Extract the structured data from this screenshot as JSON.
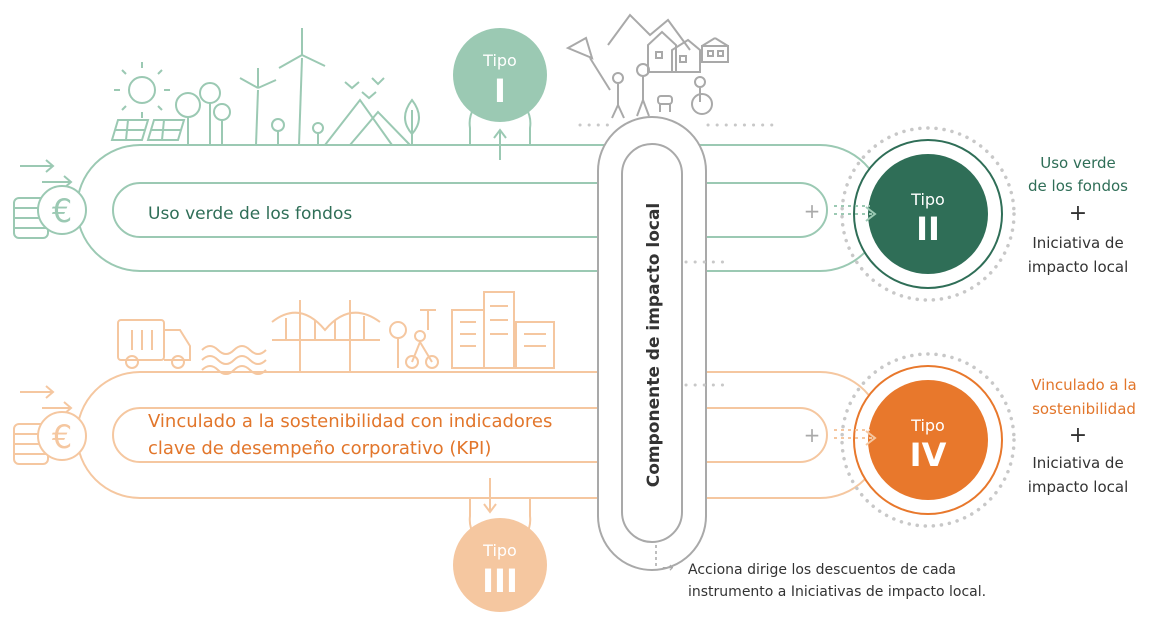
{
  "colors": {
    "green_light": "#9bc9b3",
    "green_dark": "#2f6e57",
    "orange_light": "#f5c7a0",
    "orange": "#e8782c",
    "grey": "#a9a9a9",
    "dotted": "#c8c8c8",
    "text_dark": "#333333"
  },
  "top_loop": {
    "label": "Uso verde de los fondos"
  },
  "bottom_loop": {
    "label_line1": "Vinculado a la sostenibilidad con indicadores",
    "label_line2": "clave de desempeño corporativo (KPI)"
  },
  "center_loop": {
    "label": "Componente de impacto local"
  },
  "types": {
    "t1": {
      "word": "Tipo",
      "numeral": "I"
    },
    "t2": {
      "word": "Tipo",
      "numeral": "II"
    },
    "t3": {
      "word": "Tipo",
      "numeral": "III"
    },
    "t4": {
      "word": "Tipo",
      "numeral": "IV"
    }
  },
  "result_ii": {
    "line1": "Uso verde",
    "line2": "de los fondos",
    "plus": "+",
    "line3": "Iniciativa de",
    "line4": "impacto local"
  },
  "result_iv": {
    "line1": "Vinculado a la",
    "line2": "sostenibilidad",
    "plus": "+",
    "line3": "Iniciativa de",
    "line4": "impacto local"
  },
  "plus_sign": "+",
  "footnote": {
    "arrow": "→",
    "line1": "Acciona dirige los descuentos de cada",
    "line2": "instrumento a Iniciativas de impacto local."
  },
  "icons": [
    "euro-coins-icon",
    "sun-icon",
    "solar-panel-icon",
    "tree-icon",
    "wind-turbine-icon",
    "mountain-icon",
    "birds-icon",
    "houses-icon",
    "people-icon",
    "truck-icon",
    "water-waves-icon",
    "bridge-icon",
    "scooter-icon",
    "buildings-icon"
  ]
}
